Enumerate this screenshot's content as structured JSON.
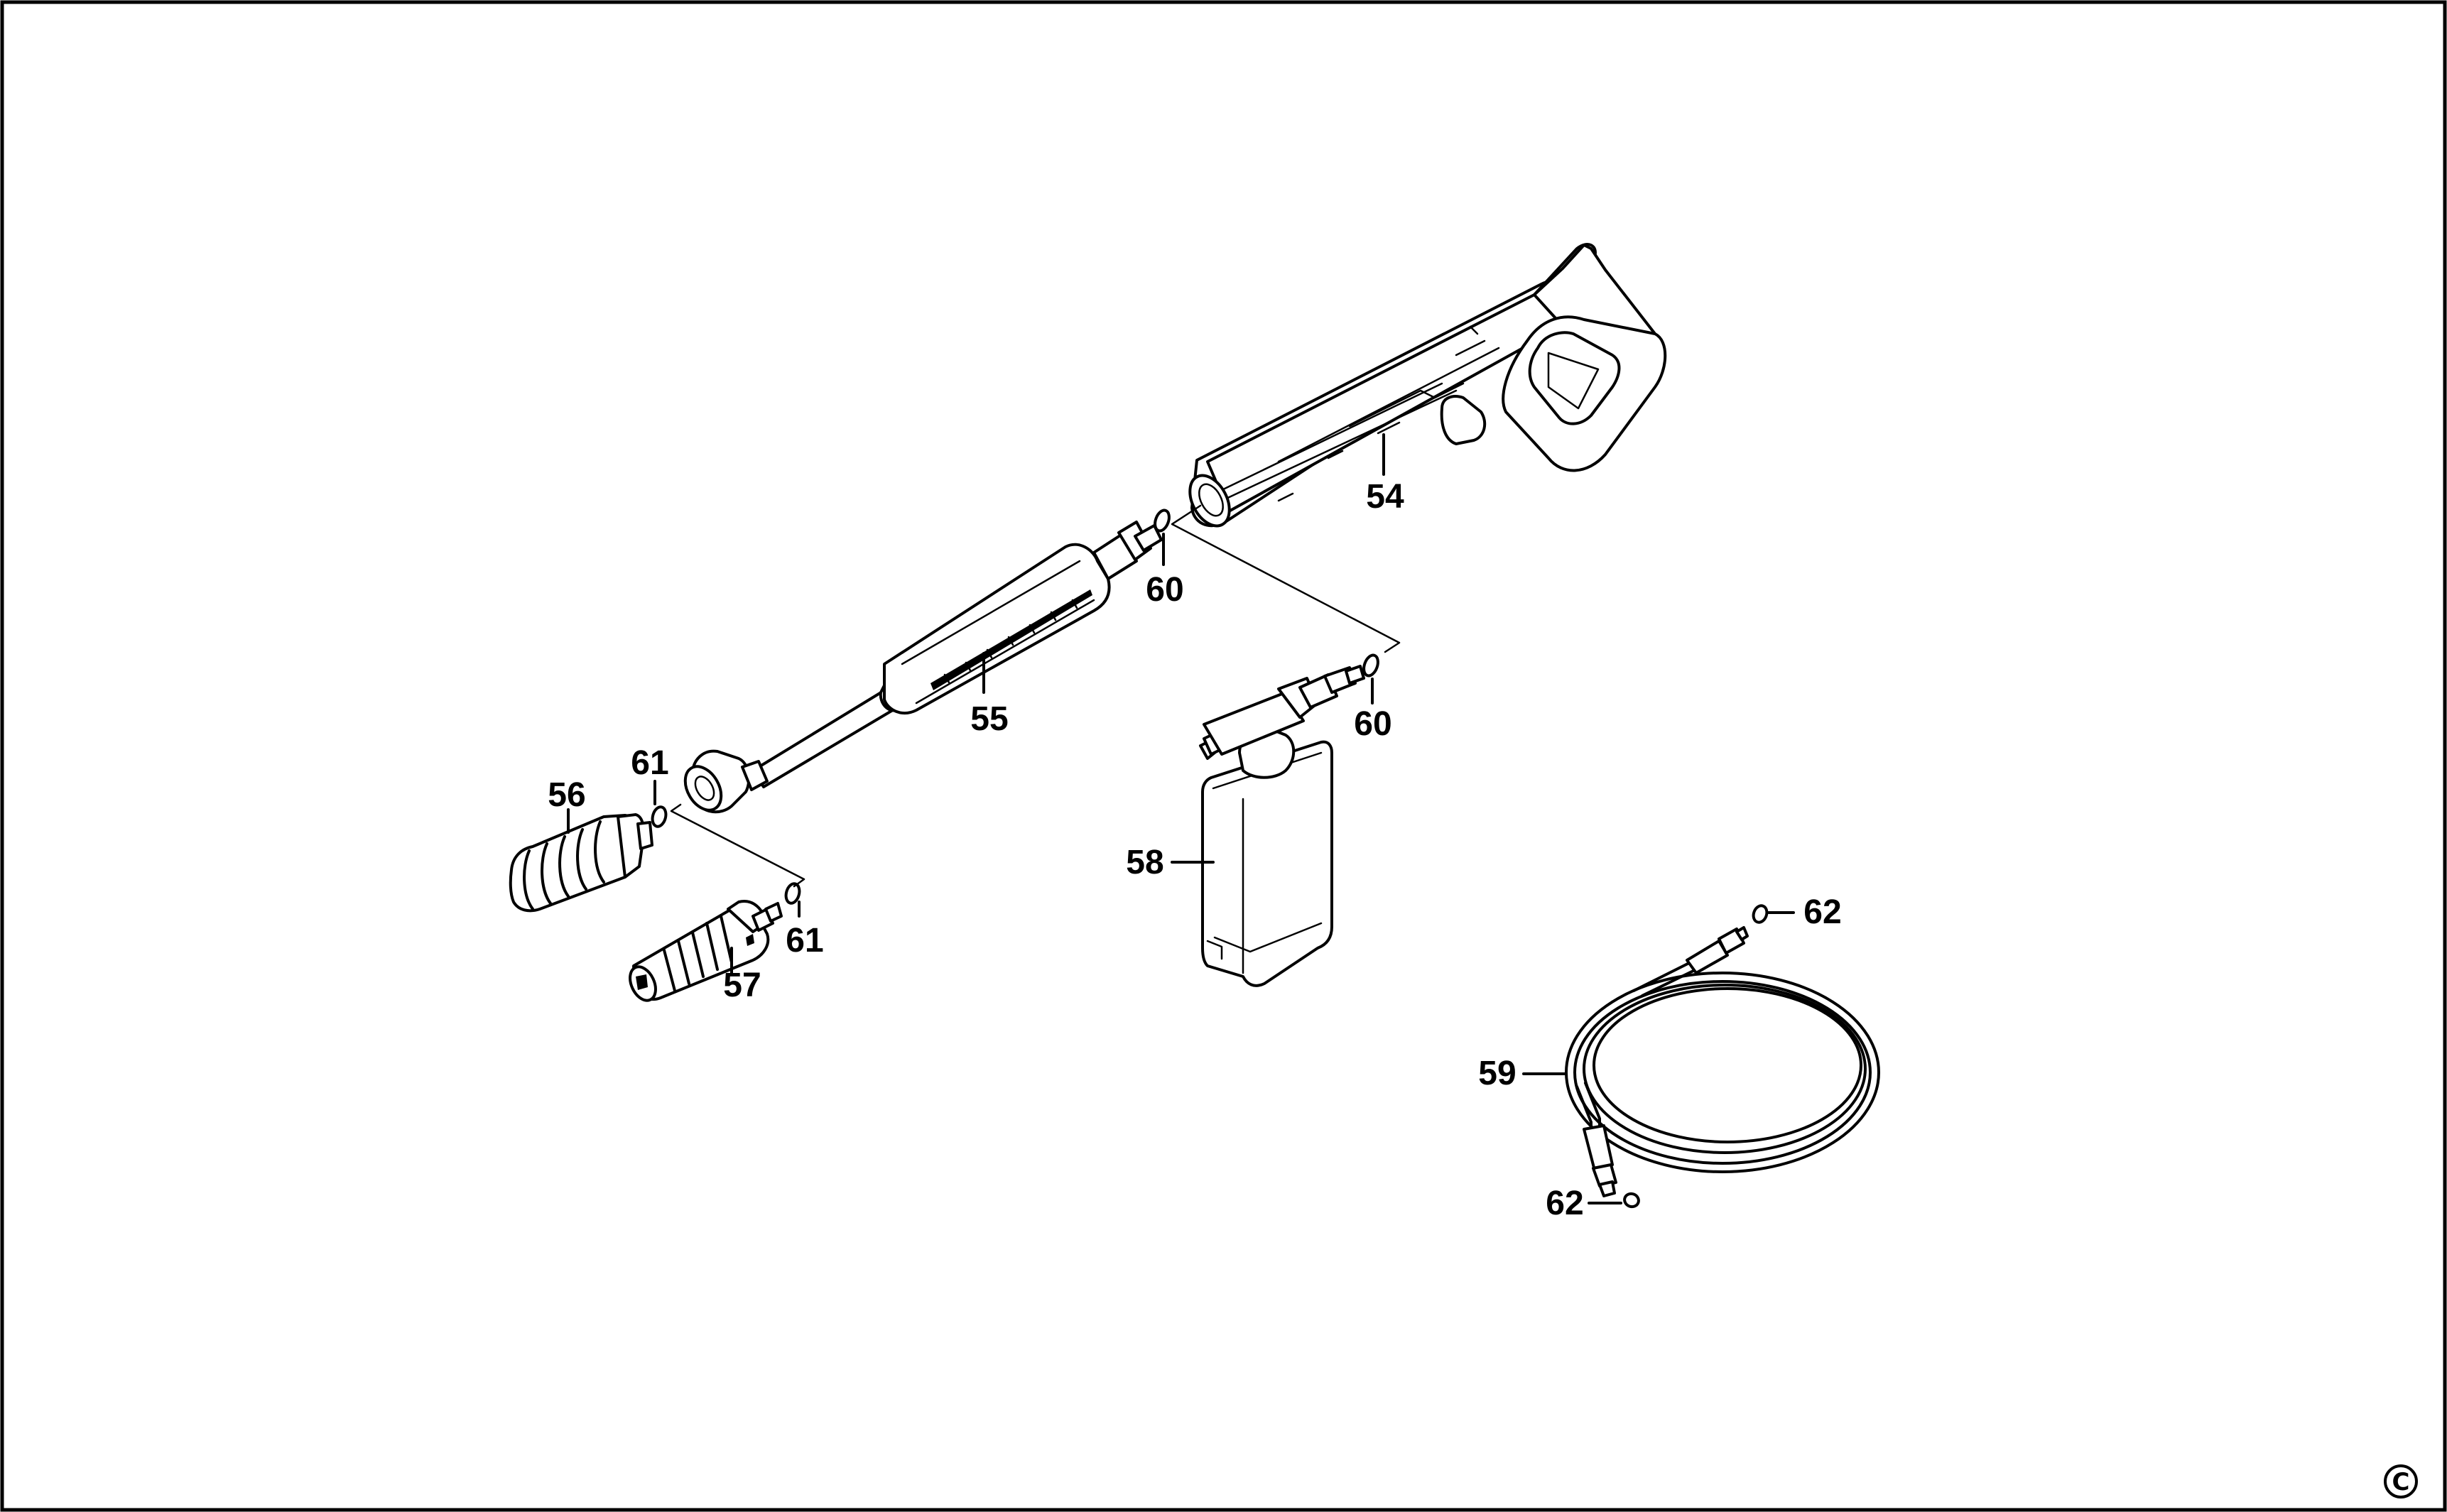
{
  "callouts": [
    {
      "id": "c54",
      "text": "54"
    },
    {
      "id": "c55",
      "text": "55"
    },
    {
      "id": "c56",
      "text": "56"
    },
    {
      "id": "c57",
      "text": "57"
    },
    {
      "id": "c58",
      "text": "58"
    },
    {
      "id": "c59",
      "text": "59"
    },
    {
      "id": "c60a",
      "text": "60"
    },
    {
      "id": "c60b",
      "text": "60"
    },
    {
      "id": "c61a",
      "text": "61"
    },
    {
      "id": "c61b",
      "text": "61"
    },
    {
      "id": "c62a",
      "text": "62"
    },
    {
      "id": "c62b",
      "text": "62"
    }
  ],
  "copyright": "C",
  "parts": [
    {
      "callout": "54",
      "icon": "spray-gun-handle-icon"
    },
    {
      "callout": "55",
      "icon": "lance-icon"
    },
    {
      "callout": "56",
      "icon": "rotary-nozzle-icon"
    },
    {
      "callout": "57",
      "icon": "variable-nozzle-icon"
    },
    {
      "callout": "58",
      "icon": "detergent-bottle-icon"
    },
    {
      "callout": "59",
      "icon": "hose-coil-icon"
    },
    {
      "callout": "60",
      "icon": "o-ring-icon"
    },
    {
      "callout": "61",
      "icon": "o-ring-icon"
    },
    {
      "callout": "62",
      "icon": "o-ring-icon"
    }
  ]
}
